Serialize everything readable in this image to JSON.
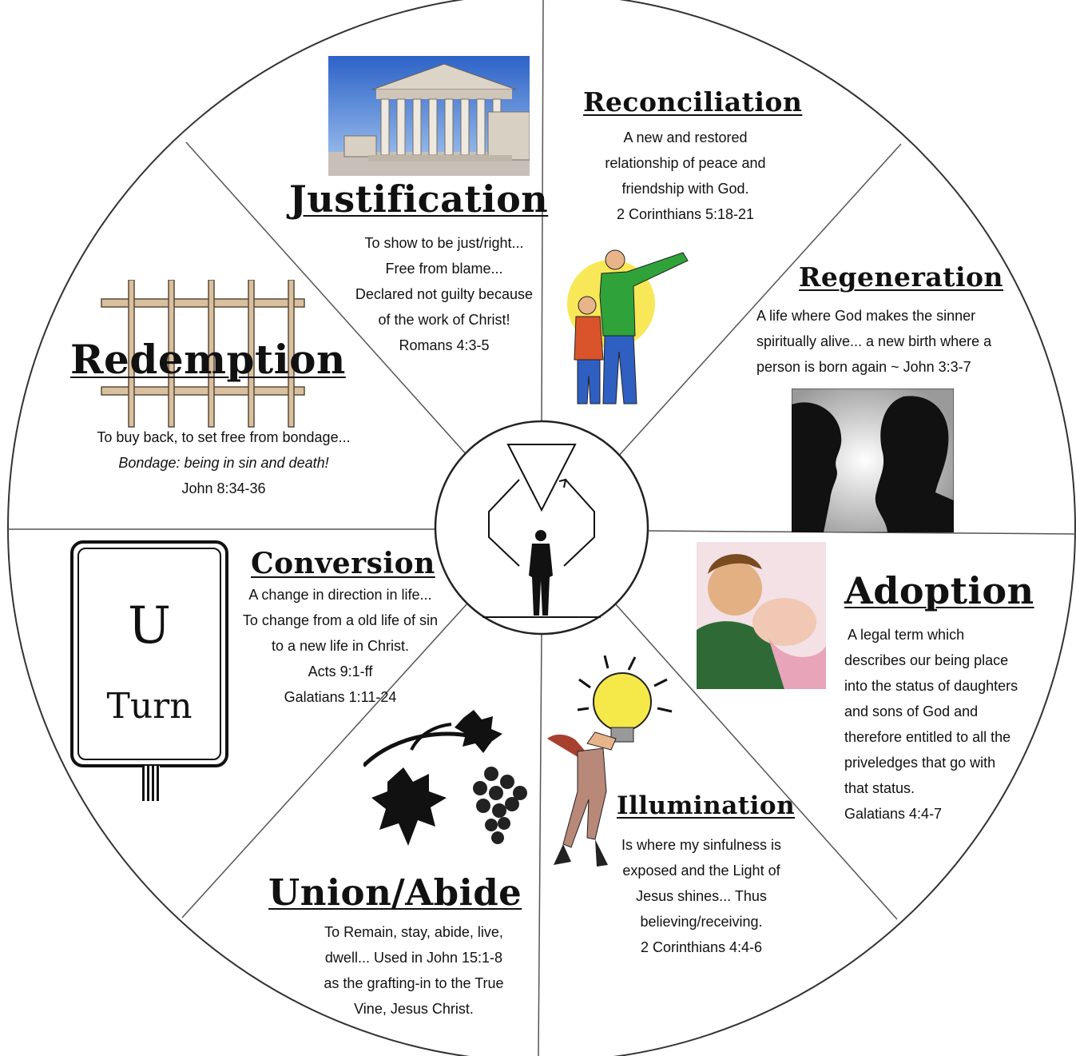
{
  "sections": {
    "reconciliation": {
      "title": "Reconciliation",
      "lines": [
        "A new and restored",
        "relationship of peace and",
        "friendship with God.",
        "2 Corinthians 5:18-21"
      ]
    },
    "regeneration": {
      "title": "Regeneration",
      "lines": [
        "A life where God makes the sinner",
        "spiritually alive... a new birth where a",
        "person is born again ~ John 3:3-7"
      ]
    },
    "adoption": {
      "title": "Adoption",
      "lines": [
        " A legal term which",
        "describes our being place",
        "into the status of daughters",
        "and sons of God and",
        "therefore entitled to all the",
        "priveledges that go with",
        "that status.",
        "Galatians 4:4-7"
      ]
    },
    "illumination": {
      "title": "Illumination",
      "lines": [
        "Is where my sinfulness is",
        "exposed and the Light of",
        "Jesus shines... Thus",
        "believing/receiving.",
        "2 Corinthians 4:4-6"
      ]
    },
    "union": {
      "title": "Union/Abide",
      "lines": [
        "To Remain, stay, abide, live,",
        "dwell... Used in John 15:1-8",
        "as the grafting-in to the True",
        "Vine, Jesus Christ."
      ]
    },
    "conversion": {
      "title": "Conversion",
      "lines": [
        "A change in direction in life...",
        "To change from a old life of sin",
        "to a new life in Christ.",
        "Acts 9:1-ff",
        "Galatians 1:11-24"
      ]
    },
    "redemption": {
      "title": "Redemption",
      "lines": [
        "To buy back, to set free from bondage...",
        "Bondage: being in sin and death!",
        "John 8:34-36"
      ]
    },
    "justification": {
      "title": "Justification",
      "lines": [
        "To show to be just/right...",
        "Free from blame...",
        "Declared not guilty because",
        "of the work of Christ!",
        "Romans 4:3-5"
      ]
    }
  },
  "sign": {
    "letter": "U",
    "word": "Turn"
  }
}
